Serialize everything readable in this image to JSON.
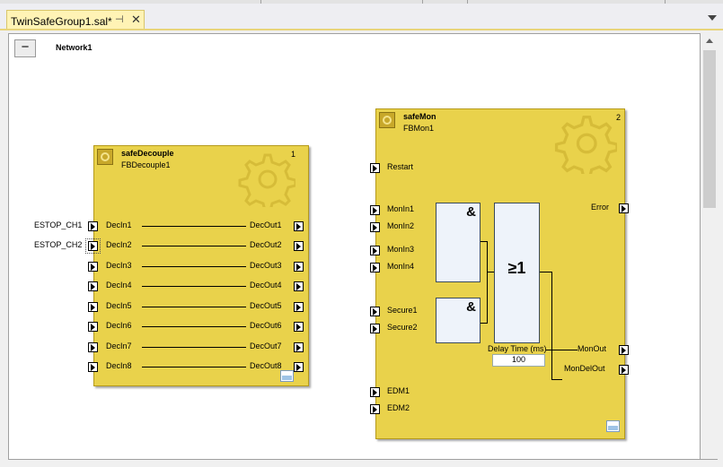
{
  "tab": {
    "title": "TwinSafeGroup1.sal*",
    "pin": "⊣",
    "close": "✕"
  },
  "network": {
    "collapse_symbol": "−",
    "name": "Network1"
  },
  "fb_decouple": {
    "type": "safeDecouple",
    "instance": "FBDecouple1",
    "number": "1",
    "external_inputs": [
      "ESTOP_CH1",
      "ESTOP_CH2"
    ],
    "inputs": [
      "DecIn1",
      "DecIn2",
      "DecIn3",
      "DecIn4",
      "DecIn5",
      "DecIn6",
      "DecIn7",
      "DecIn8"
    ],
    "outputs": [
      "DecOut1",
      "DecOut2",
      "DecOut3",
      "DecOut4",
      "DecOut5",
      "DecOut6",
      "DecOut7",
      "DecOut8"
    ]
  },
  "fb_mon": {
    "type": "safeMon",
    "instance": "FBMon1",
    "number": "2",
    "inputs": {
      "restart": "Restart",
      "monin1": "MonIn1",
      "monin2": "MonIn2",
      "monin3": "MonIn3",
      "monin4": "MonIn4",
      "secure1": "Secure1",
      "secure2": "Secure2",
      "edm1": "EDM1",
      "edm2": "EDM2"
    },
    "outputs": {
      "error": "Error",
      "monout": "MonOut",
      "mondelout": "MonDelOut"
    },
    "and_symbol": "&",
    "or_symbol": "≥1",
    "delay_label": "Delay Time (ms)",
    "delay_value": "100"
  },
  "colors": {
    "fb_fill": "#e9d24b",
    "fb_border": "#b59a1a",
    "tab_fill": "#fff3b5"
  },
  "icons": [
    "pin-icon",
    "close-icon",
    "dropdown-icon",
    "gear-watermark-icon",
    "fb-icon",
    "port-arrow-icon"
  ]
}
